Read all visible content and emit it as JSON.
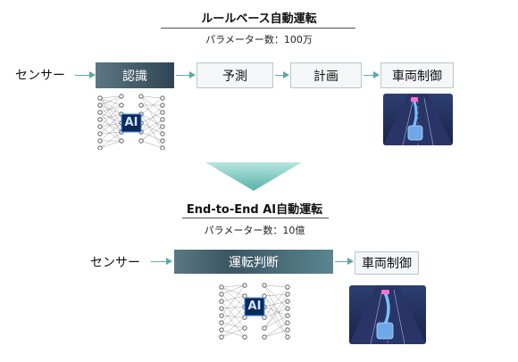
{
  "top": {
    "title": "ルールベース自動運転",
    "params": "パラメーター数：100万",
    "sensor": "センサー",
    "stages": [
      "認識",
      "予測",
      "計画",
      "車両制御"
    ]
  },
  "bottom": {
    "title": "End-to-End AI自動運転",
    "params": "パラメーター数：10億",
    "sensor": "センサー",
    "stages": [
      "運転判断",
      "車両制御"
    ]
  },
  "ai_badge": "AI",
  "colors": {
    "arrow": "#5fa8a4",
    "chevron": "#5fb8b0",
    "box_dark": "#3b5563",
    "box_light": "#f4f6f7",
    "ai_badge": "#2a6fd6"
  }
}
